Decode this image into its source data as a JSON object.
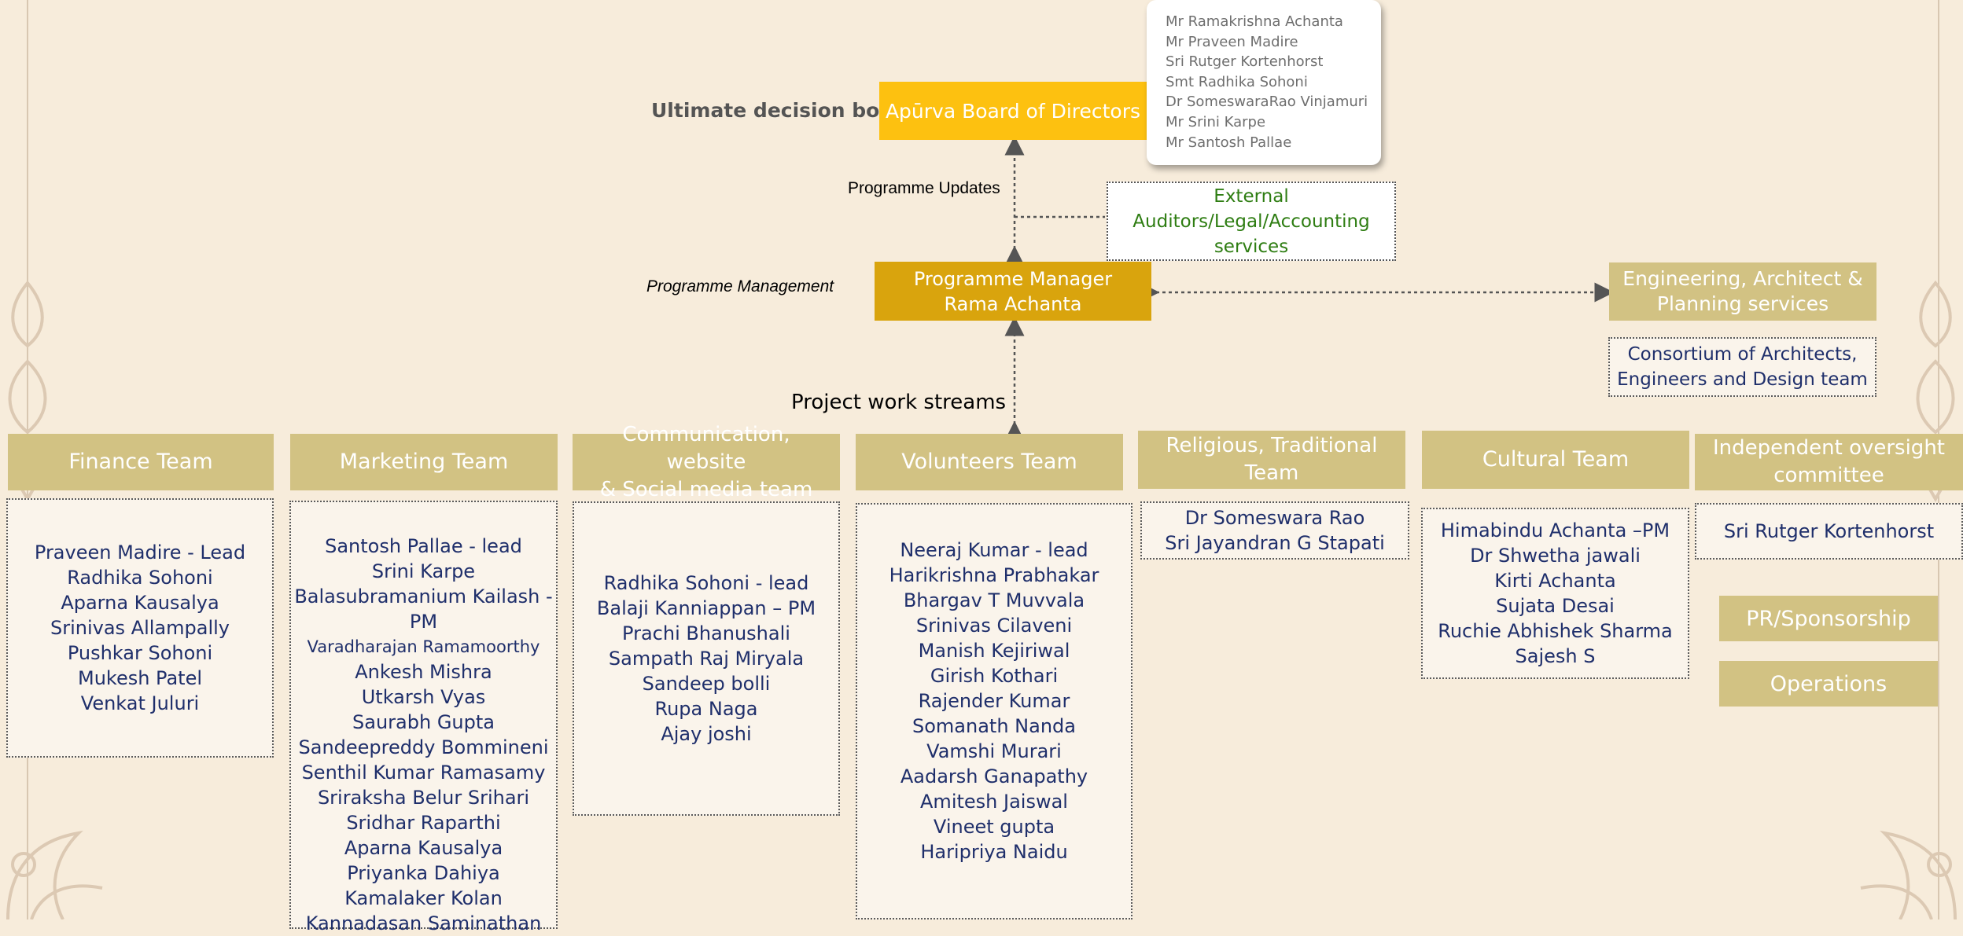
{
  "top": {
    "decision_label": "Ultimate decision body",
    "board": "Apūrva Board of Directors",
    "board_members": [
      "Mr Ramakrishna Achanta",
      "Mr Praveen Madire",
      "Sri Rutger Kortenhorst",
      "Smt Radhika Sohoni",
      "Dr SomeswaraRao Vinjamuri",
      "Mr Srini Karpe",
      "Mr Santosh Pallae"
    ],
    "updates_label": "Programme Updates",
    "external": [
      "External",
      "Auditors/Legal/Accounting",
      "services"
    ],
    "mgmt_label": "Programme Management",
    "pm_title": "Programme Manager",
    "pm_name": "Rama Achanta",
    "eng_title": [
      "Engineering, Architect &",
      "Planning services"
    ],
    "eng_team": [
      "Consortium of Architects,",
      "Engineers and Design team"
    ],
    "streams_label": "Project work streams"
  },
  "teams": {
    "finance": {
      "title": "Finance Team",
      "members": [
        "Praveen Madire - Lead",
        "Radhika Sohoni",
        "Aparna Kausalya",
        "Srinivas Allampally",
        "Pushkar Sohoni",
        "Mukesh Patel",
        "Venkat Juluri"
      ]
    },
    "marketing": {
      "title": "Marketing Team",
      "members": [
        "Santosh Pallae - lead",
        "Srini Karpe",
        "Balasubramanium Kailash -",
        "PM",
        "Varadharajan Ramamoorthy",
        "Ankesh Mishra",
        "Utkarsh Vyas",
        "Saurabh Gupta",
        "Sandeepreddy Bommineni",
        "Senthil Kumar Ramasamy",
        "Sriraksha Belur Srihari",
        "Sridhar Raparthi",
        "Aparna Kausalya",
        "Priyanka Dahiya",
        "Kamalaker Kolan",
        "Kannadasan Saminathan"
      ]
    },
    "comms": {
      "title": [
        "Communication, website",
        "& Social media team"
      ],
      "members": [
        "Radhika Sohoni - lead",
        "Balaji Kanniappan – PM",
        "Prachi Bhanushali",
        "Sampath Raj Miryala",
        "Sandeep bolli",
        "Rupa Naga",
        "Ajay joshi"
      ]
    },
    "volunteers": {
      "title": "Volunteers Team",
      "members": [
        "Neeraj Kumar - lead",
        "Harikrishna Prabhakar",
        "Bhargav T Muvvala",
        "Srinivas Cilaveni",
        "Manish Kejiriwal",
        "Girish Kothari",
        "Rajender Kumar",
        "Somanath Nanda",
        "Vamshi Murari",
        "Aadarsh Ganapathy",
        "Amitesh Jaiswal",
        "Vineet gupta",
        "Haripriya Naidu"
      ]
    },
    "religious": {
      "title": [
        "Religious, Traditional",
        "Team"
      ],
      "members": [
        "Dr Someswara Rao",
        "Sri Jayandran G Stapati"
      ]
    },
    "cultural": {
      "title": "Cultural Team",
      "members": [
        "Himabindu Achanta –PM",
        "Dr Shwetha jawali",
        "Kirti Achanta",
        "Sujata Desai",
        "Ruchie Abhishek Sharma",
        "Sajesh S"
      ]
    },
    "oversight": {
      "title": [
        "Independent oversight",
        "committee"
      ],
      "members": [
        "Sri Rutger Kortenhorst"
      ]
    },
    "pr": "PR/Sponsorship",
    "ops": "Operations"
  }
}
